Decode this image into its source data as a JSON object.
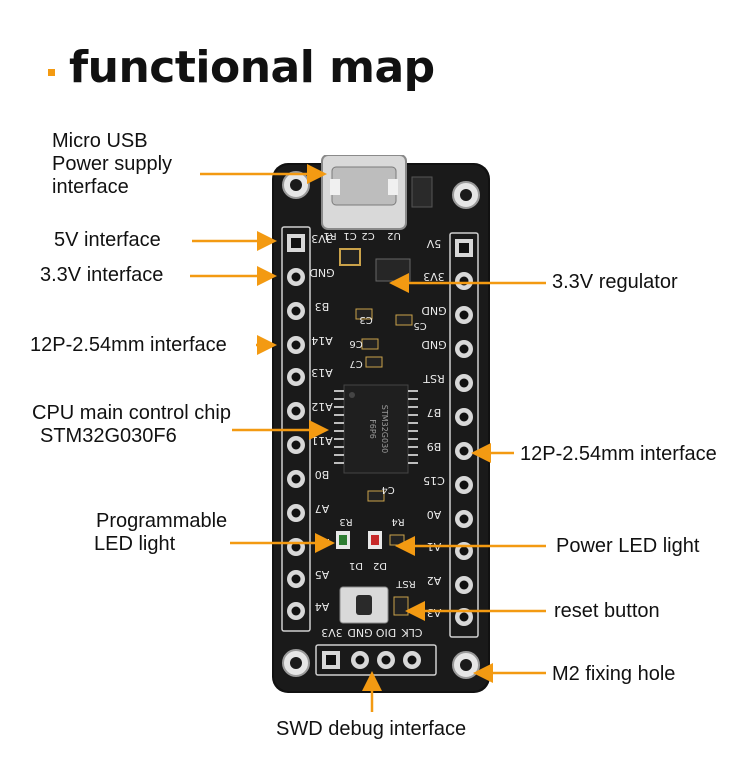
{
  "title": "functional map",
  "accent_color": "#f39a12",
  "labels": {
    "micro_usb_1": "Micro USB",
    "micro_usb_2": "Power supply",
    "micro_usb_3": "interface",
    "v5": "5V interface",
    "v33": "3.3V interface",
    "p12_left": "12P-2.54mm interface",
    "cpu_1": "CPU main control chip",
    "cpu_2": "STM32G030F6",
    "prog_1": "Programmable",
    "prog_2": "LED light",
    "reg": "3.3V regulator",
    "p12_right": "12P-2.54mm interface",
    "power_led": "Power LED light",
    "reset": "reset button",
    "m2": "M2 fixing hole",
    "swd": "SWD debug interface"
  },
  "silkscreen": {
    "left_pins": [
      "3V3",
      "GND",
      "B3",
      "A14",
      "A13",
      "A12",
      "A11",
      "B0",
      "A7",
      "A6",
      "A5",
      "A4"
    ],
    "right_pins": [
      "5V",
      "3V3",
      "GND",
      "GND",
      "RST",
      "B7",
      "B9",
      "C15",
      "A0",
      "A1",
      "A2",
      "A3"
    ],
    "swd_pins": [
      "3V3",
      "GND",
      "DIO",
      "CLK"
    ],
    "parts": [
      "C1",
      "R1",
      "C2",
      "U2",
      "C3",
      "C5",
      "C6",
      "C7",
      "C4",
      "R3",
      "R4",
      "D1",
      "D2",
      "RST"
    ],
    "chip_text": [
      "STM32G030",
      "F6P6"
    ]
  }
}
